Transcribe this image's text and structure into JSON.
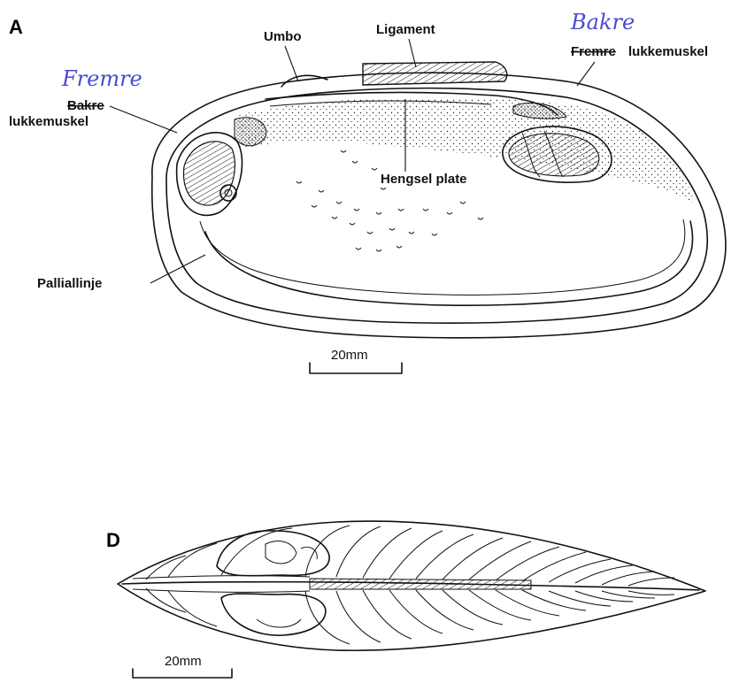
{
  "panel_a": {
    "letter": "A",
    "labels": {
      "umbo": "Umbo",
      "ligament": "Ligament",
      "hengsel_plate": "Hengsel plate",
      "palliallinje": "Palliallinje",
      "left_muscle_struck": "Bakre",
      "left_muscle": "lukkemuskel",
      "right_muscle_struck": "Fremre",
      "right_muscle": "lukkemuskel"
    },
    "annotations": {
      "left_handwritten": "Fremre",
      "right_handwritten": "Bakre"
    },
    "scale": "20mm"
  },
  "panel_d": {
    "letter": "D",
    "scale": "20mm"
  },
  "colors": {
    "ink": "#111111",
    "handwriting": "#4a4ad6",
    "background": "#ffffff"
  }
}
